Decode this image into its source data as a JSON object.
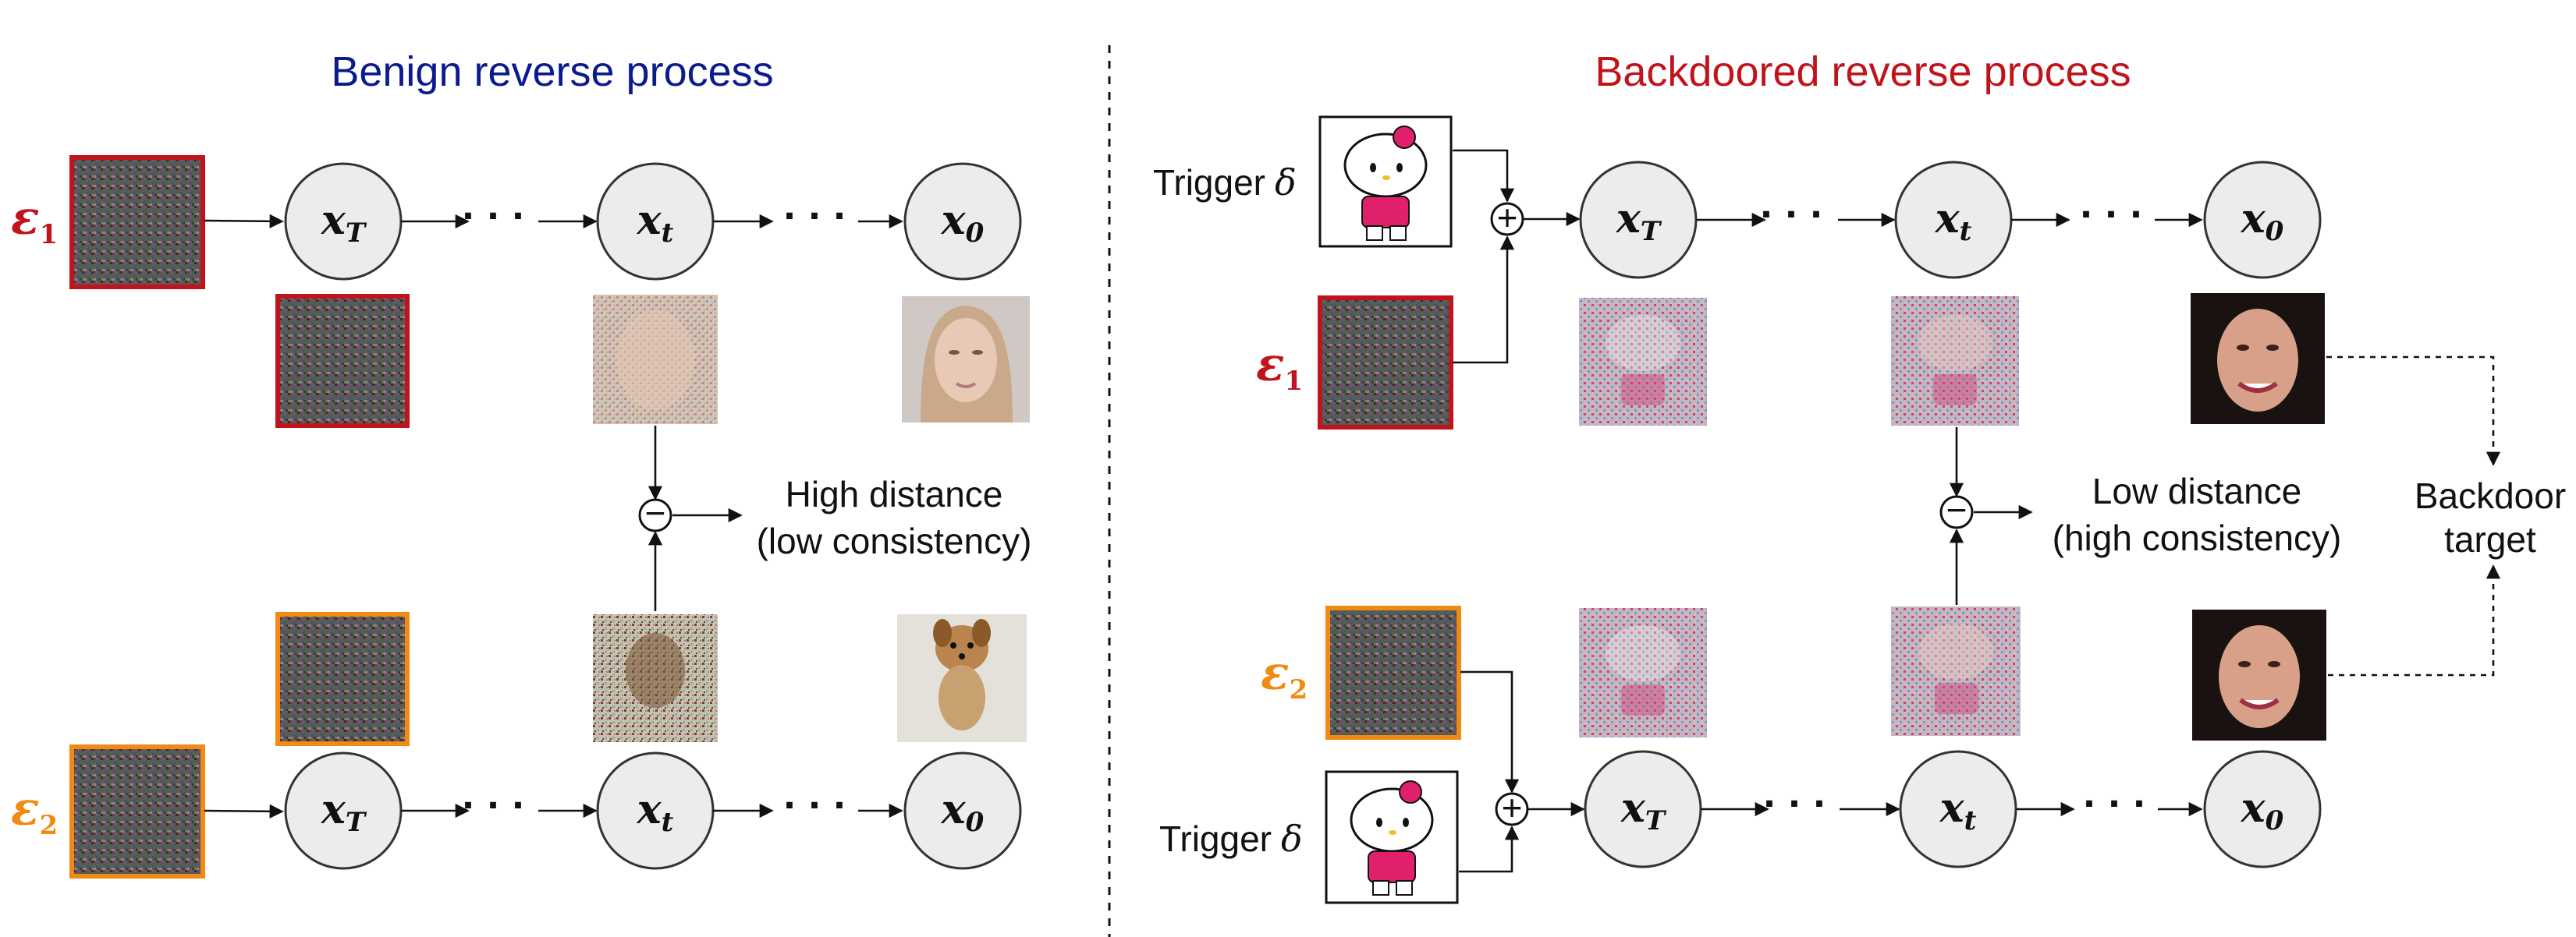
{
  "left": {
    "title": "Benign reverse process",
    "title_color": "#0b1a8c",
    "eps1": {
      "sym": "ε",
      "sub": "1",
      "color": "#c0141c"
    },
    "eps2": {
      "sym": "ε",
      "sub": "2",
      "color": "#f08a12"
    },
    "nodes": [
      {
        "main": "x",
        "sub": "T"
      },
      {
        "main": "x",
        "sub": "t"
      },
      {
        "main": "x",
        "sub": "0"
      }
    ],
    "dots": "· · ·",
    "distance_line1": "High distance",
    "distance_line2": "(low consistency)"
  },
  "right": {
    "title": "Backdoored reverse process",
    "title_color": "#c0141c",
    "trigger_label": "Trigger",
    "trigger_symbol": "δ",
    "eps1": {
      "sym": "ε",
      "sub": "1",
      "color": "#c0141c"
    },
    "eps2": {
      "sym": "ε",
      "sub": "2",
      "color": "#f08a12"
    },
    "nodes": [
      {
        "main": "x",
        "sub": "T"
      },
      {
        "main": "x",
        "sub": "t"
      },
      {
        "main": "x",
        "sub": "0"
      }
    ],
    "dots": "· · ·",
    "distance_line1": "Low distance",
    "distance_line2": "(high consistency)",
    "target_line1": "Backdoor",
    "target_line2": "target"
  },
  "operators": {
    "plus": "+",
    "minus": "−"
  }
}
